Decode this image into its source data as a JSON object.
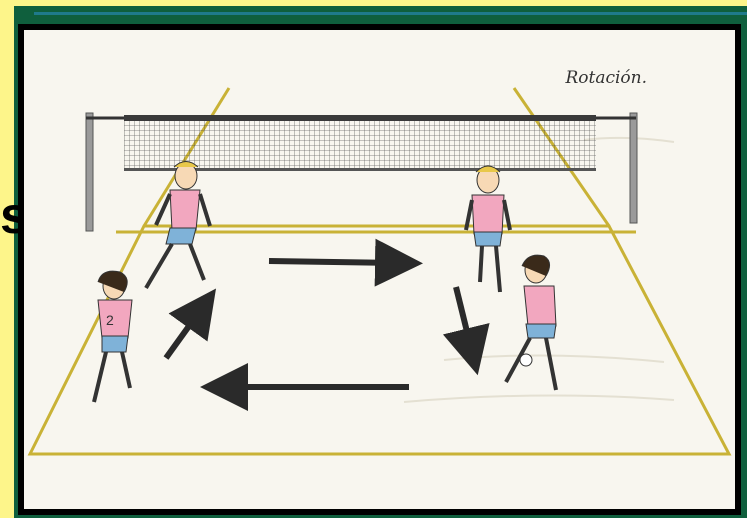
{
  "slide": {
    "side_char": "s",
    "caption": "Rotación.",
    "colors": {
      "background": "#fdf58a",
      "frame": "#0f5f3d",
      "court_line": "#c9b236",
      "shirt": "#f2a7bf",
      "shorts": "#7fb2d8"
    },
    "players": [
      {
        "jersey": "",
        "role": "front-left"
      },
      {
        "jersey": "",
        "role": "front-right"
      },
      {
        "jersey": "2",
        "role": "back-left"
      },
      {
        "jersey": "",
        "role": "back-right"
      }
    ]
  }
}
